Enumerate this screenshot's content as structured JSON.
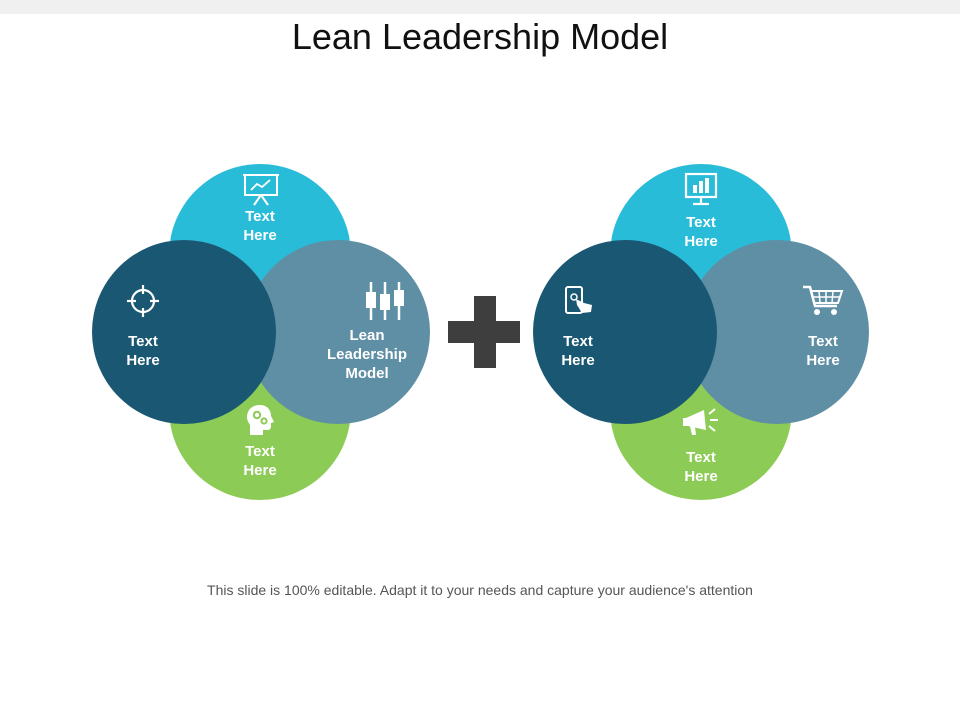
{
  "title": "Lean Leadership Model",
  "footer": "This slide is 100% editable. Adapt it to your needs and capture your audience's attention",
  "colors": {
    "top": "#29bcd8",
    "bottom": "#8ccb55",
    "dark": "#1a5773",
    "mid": "#5f8fa5",
    "plus": "#3e3e3e"
  },
  "left_cluster": {
    "top": {
      "text": "Text\nHere",
      "icon": "presentation-chart-icon"
    },
    "bottom": {
      "text": "Text\nHere",
      "icon": "head-gears-icon"
    },
    "left": {
      "text": "Text\nHere",
      "icon": "crosshair-target-icon"
    },
    "right": {
      "text": "Lean\nLeadership\nModel",
      "icon": "sliders-icon"
    }
  },
  "right_cluster": {
    "top": {
      "text": "Text\nHere",
      "icon": "monitor-chart-icon"
    },
    "bottom": {
      "text": "Text\nHere",
      "icon": "megaphone-icon"
    },
    "left": {
      "text": "Text\nHere",
      "icon": "touch-tablet-icon"
    },
    "right": {
      "text": "Text\nHere",
      "icon": "shopping-cart-icon"
    }
  }
}
